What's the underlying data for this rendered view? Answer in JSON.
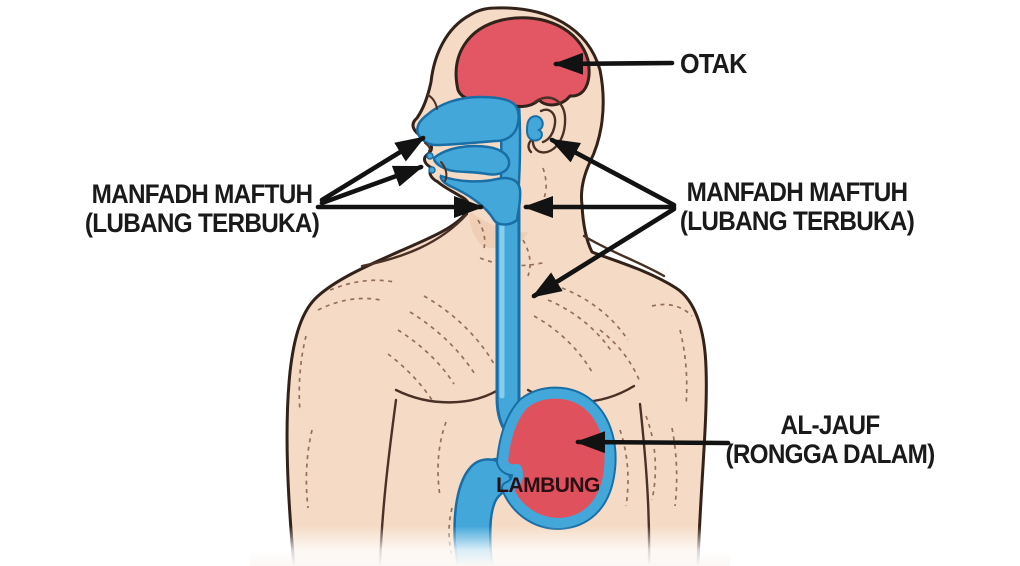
{
  "page": {
    "background": "#ffffff"
  },
  "labels": {
    "otak": "OTAK",
    "left_opening": {
      "line1": "MANFADH MAFTUH",
      "line2": "(LUBANG TERBUKA)"
    },
    "right_opening": {
      "line1": "MANFADH MAFTUH",
      "line2": "(LUBANG TERBUKA)"
    },
    "al_jauf": {
      "line1": "AL-JAUF",
      "line2": "(RONGGA DALAM)"
    },
    "stomach": "LAMBUNG"
  },
  "colors": {
    "skin": "#f5dbc6",
    "skin_shadow": "#e9c2a7",
    "outline": "#33221a",
    "brain_red": "#e25763",
    "organ_red": "#e0515e",
    "airway_blue": "#43a7da",
    "airway_blue_dark": "#1a6ea6",
    "airway_highlight": "#8ed3ee",
    "detail_line": "#8a6450",
    "annotation": "#121212",
    "lambung_text": "#2a0f14"
  }
}
